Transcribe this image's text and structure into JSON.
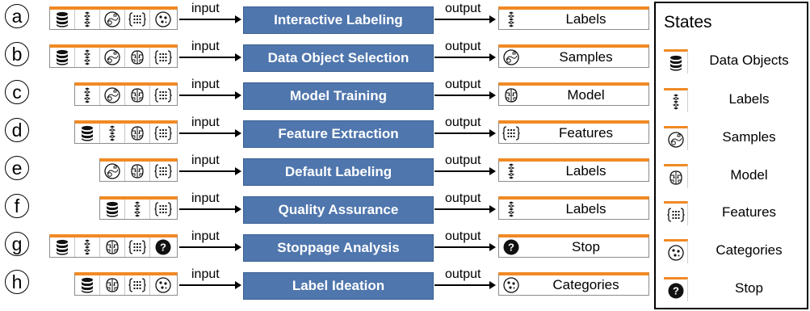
{
  "input_word": "input",
  "output_word": "output",
  "rows": [
    {
      "letter": "a",
      "inputs": [
        "database",
        "labels",
        "samples",
        "features",
        "categories"
      ],
      "process": "Interactive Labeling",
      "out_icon": "labels",
      "output": "Labels"
    },
    {
      "letter": "b",
      "inputs": [
        "database",
        "labels",
        "samples",
        "model",
        "features"
      ],
      "process": "Data Object Selection",
      "out_icon": "samples",
      "output": "Samples"
    },
    {
      "letter": "c",
      "inputs": [
        "labels",
        "samples",
        "model",
        "features"
      ],
      "process": "Model Training",
      "out_icon": "model",
      "output": "Model"
    },
    {
      "letter": "d",
      "inputs": [
        "database",
        "labels",
        "model",
        "features"
      ],
      "process": "Feature Extraction",
      "out_icon": "features",
      "output": "Features"
    },
    {
      "letter": "e",
      "inputs": [
        "samples",
        "model",
        "features"
      ],
      "process": "Default Labeling",
      "out_icon": "labels",
      "output": "Labels"
    },
    {
      "letter": "f",
      "inputs": [
        "database",
        "labels",
        "features"
      ],
      "process": "Quality Assurance",
      "out_icon": "labels",
      "output": "Labels"
    },
    {
      "letter": "g",
      "inputs": [
        "database",
        "labels",
        "model",
        "features",
        "stop"
      ],
      "process": "Stoppage Analysis",
      "out_icon": "stop",
      "output": "Stop"
    },
    {
      "letter": "h",
      "inputs": [
        "database",
        "model",
        "features",
        "categories"
      ],
      "process": "Label Ideation",
      "out_icon": "categories",
      "output": "Categories"
    }
  ],
  "states": {
    "title": "States",
    "items": [
      {
        "icon": "database",
        "label": "Data Objects"
      },
      {
        "icon": "labels",
        "label": "Labels"
      },
      {
        "icon": "samples",
        "label": "Samples"
      },
      {
        "icon": "model",
        "label": "Model"
      },
      {
        "icon": "features",
        "label": "Features"
      },
      {
        "icon": "categories",
        "label": "Categories"
      },
      {
        "icon": "stop",
        "label": "Stop"
      }
    ]
  },
  "colors": {
    "accent": "#f08a24",
    "process": "#4f76ad"
  }
}
